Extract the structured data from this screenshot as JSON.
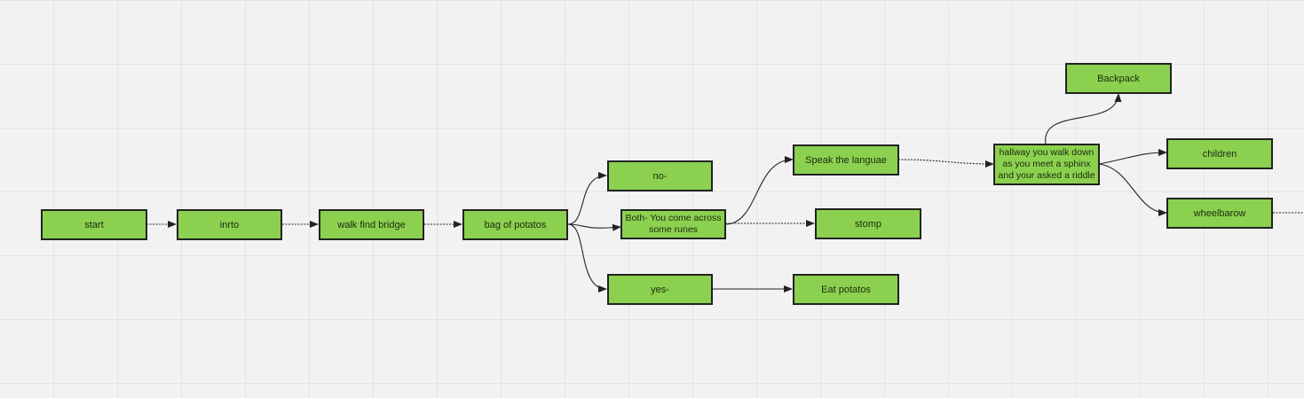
{
  "diagram": {
    "nodes": {
      "start": "start",
      "inrto": "inrto",
      "walk": "walk find bridge",
      "bag": "bag of potatos",
      "no": "no-",
      "both": "Both- You come across some runes",
      "yes": "yes-",
      "speak": "Speak the languae",
      "stomp": "stomp",
      "eat": "Eat potatos",
      "hallway": "hallway you walk down as you meet a sphinx and your asked a riddle",
      "backpack": "Backpack",
      "children": "children",
      "wheelbarow": "wheelbarow"
    },
    "edges": [
      {
        "from": "start",
        "to": "inrto"
      },
      {
        "from": "inrto",
        "to": "walk"
      },
      {
        "from": "walk",
        "to": "bag"
      },
      {
        "from": "bag",
        "to": "no"
      },
      {
        "from": "bag",
        "to": "both"
      },
      {
        "from": "bag",
        "to": "yes"
      },
      {
        "from": "both",
        "to": "speak"
      },
      {
        "from": "both",
        "to": "stomp"
      },
      {
        "from": "yes",
        "to": "eat"
      },
      {
        "from": "speak",
        "to": "hallway"
      },
      {
        "from": "hallway",
        "to": "backpack"
      },
      {
        "from": "hallway",
        "to": "children"
      },
      {
        "from": "hallway",
        "to": "wheelbarow"
      }
    ]
  }
}
